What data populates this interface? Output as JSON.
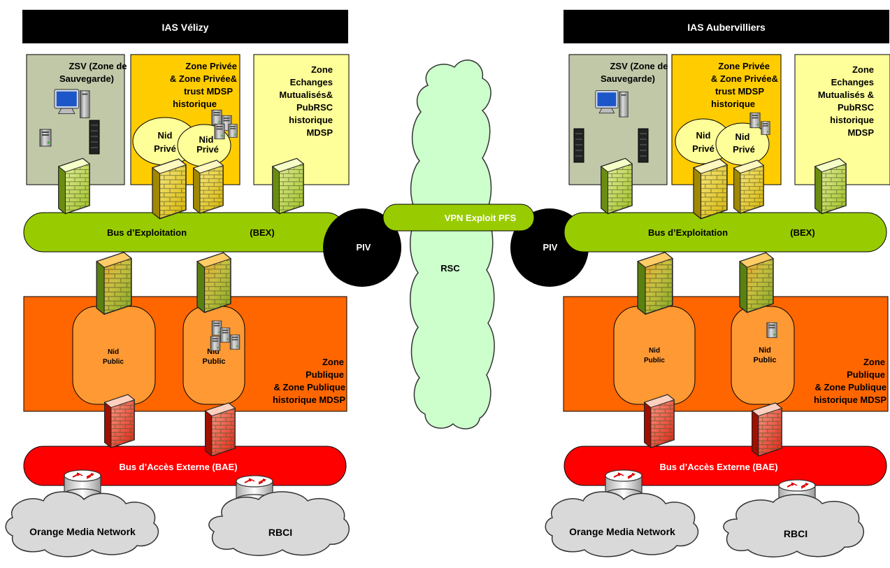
{
  "colors": {
    "bex": "#99cc00",
    "bae": "#ff0000",
    "public_zone": "#ff6600",
    "nid_public": "#ff9933",
    "zsv": "#c0c8a8",
    "zone_privee": "#ffcc00",
    "zone_echanges": "#ffff99",
    "rsc_cloud": "#ccffcc",
    "piv": "#000000",
    "header": "#000000"
  },
  "sites": [
    {
      "title": "IAS Vélizy",
      "zsv": [
        "ZSV (Zone de",
        "Sauvegarde)"
      ],
      "zone_privee": [
        "Zone Privée",
        "& Zone Privée&",
        "trust MDSP",
        "historique"
      ],
      "zone_echanges": [
        "Zone",
        "Echanges",
        "Mutualisés&",
        "PubRSC",
        "historique",
        "MDSP"
      ],
      "nid_prive": [
        "Nid",
        "Privé"
      ],
      "nid_prive_2": [
        "Nid",
        "Privé"
      ],
      "bex_label": "Bus d’Exploitation",
      "bex_abbr": "(BEX)",
      "nid_public_1": [
        "Nid",
        "Public"
      ],
      "nid_public_2": [
        "Nid",
        "Public"
      ],
      "zone_publique": [
        "Zone",
        "Publique",
        "& Zone Publique",
        "historique MDSP"
      ],
      "bae_label": "Bus d’Accès Externe (BAE)",
      "cloud_left": "Orange Media Network",
      "cloud_right": "RBCI",
      "piv": "PIV"
    },
    {
      "title": "IAS Aubervilliers",
      "zsv": [
        "ZSV (Zone de",
        "Sauvegarde)"
      ],
      "zone_privee": [
        "Zone Privée",
        "& Zone Privée&",
        "trust MDSP",
        "historique"
      ],
      "zone_echanges": [
        "Zone",
        "Echanges",
        "Mutualisés &",
        "PubRSC",
        "historique",
        "MDSP"
      ],
      "nid_prive": [
        "Nid",
        "Privé"
      ],
      "nid_prive_2": [
        "Nid",
        "Privé"
      ],
      "bex_label": "Bus d’Exploitation",
      "bex_abbr": "(BEX)",
      "nid_public_1": [
        "Nid",
        "Public"
      ],
      "nid_public_2": [
        "Nid",
        "Public"
      ],
      "zone_publique": [
        "Zone",
        "Publique",
        "& Zone Publique",
        "historique MDSP"
      ],
      "bae_label": "Bus d’Accès Externe (BAE)",
      "cloud_left": "Orange Media Network",
      "cloud_right": "RBCI",
      "piv": "PIV"
    }
  ],
  "center": {
    "vpn": "VPN Exploit PFS",
    "rsc": "RSC"
  },
  "icons": [
    "firewall-icon",
    "server-icon",
    "workstation-icon",
    "router-icon",
    "rack-icon"
  ]
}
